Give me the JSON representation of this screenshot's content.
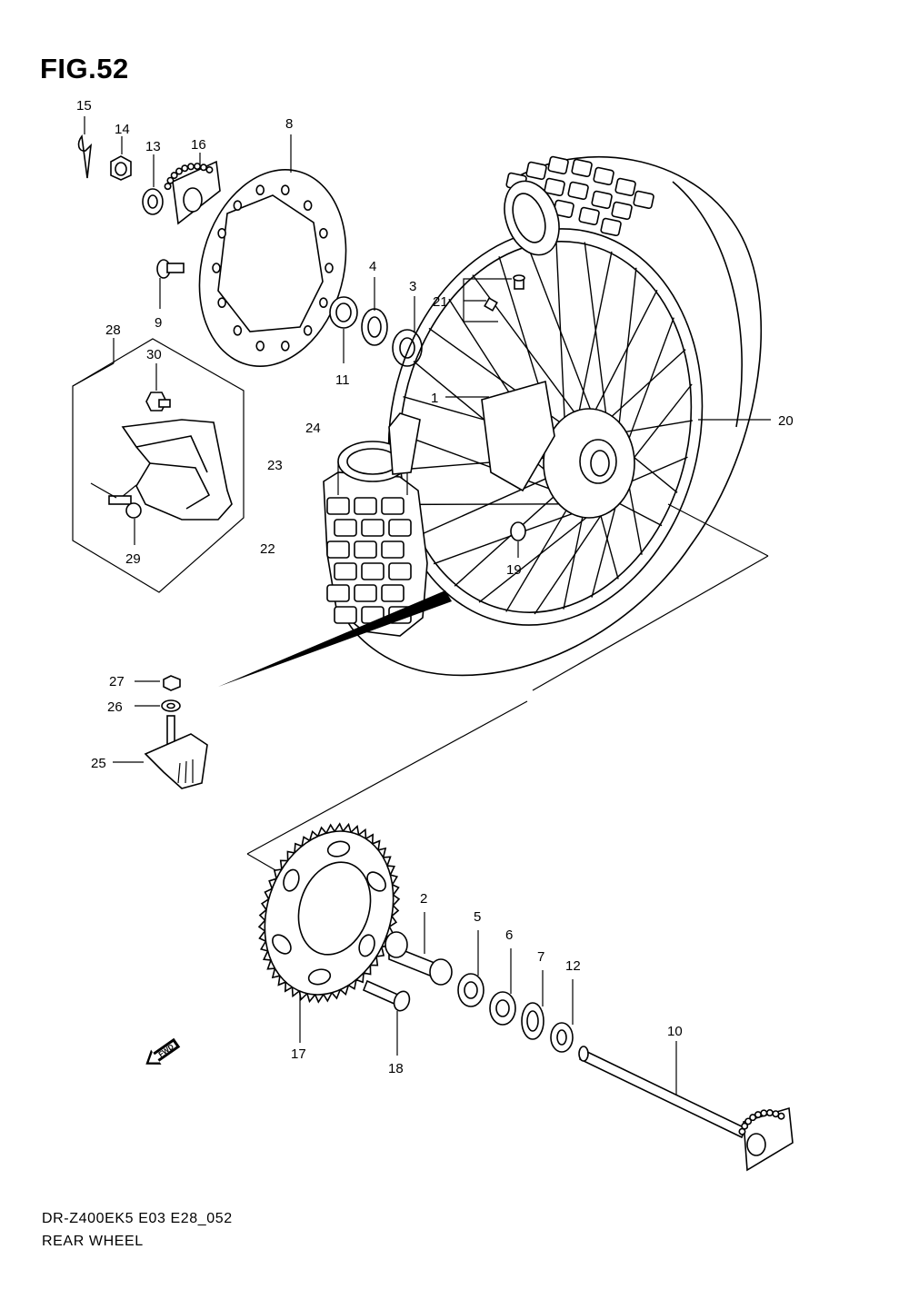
{
  "figure": {
    "title": "FIG.52"
  },
  "footer": {
    "model_code": "DR-Z400EK5 E03 E28_052",
    "caption": "REAR WHEEL"
  },
  "fwd_badge": "FWD",
  "callouts": [
    "1",
    "2",
    "3",
    "4",
    "5",
    "6",
    "7",
    "8",
    "9",
    "10",
    "11",
    "12",
    "13",
    "14",
    "15",
    "16",
    "17",
    "18",
    "19",
    "20",
    "21",
    "22",
    "23",
    "24",
    "25",
    "26",
    "27",
    "28",
    "29",
    "30"
  ]
}
